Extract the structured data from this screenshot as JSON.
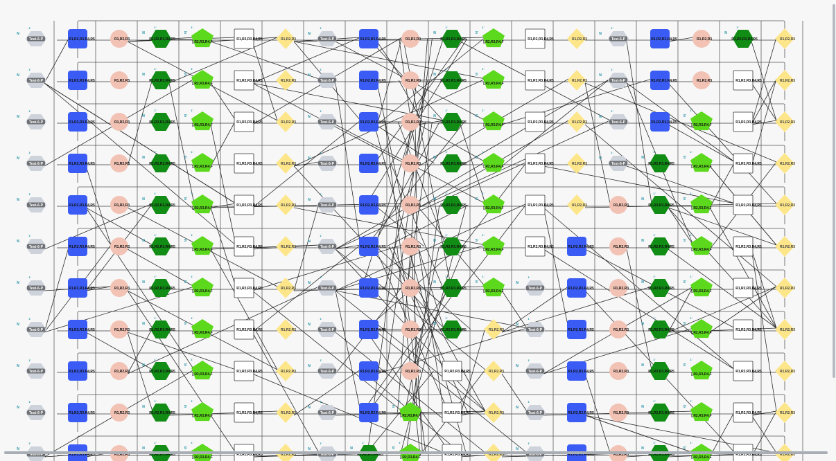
{
  "nodes": {
    "test": "Test-6-P",
    "receptor": "R1,R2,R3,R4,R5",
    "receptor_short": "R1,R2,R3",
    "pent_label": "[,R2,R3,R4,F",
    "port_n": "N",
    "port_5": "5'",
    "port_1": "1'"
  },
  "colors": {
    "background": "#f7f7f7",
    "hexagon_grey": "#cdd2db",
    "test_label_bg": "#6e7073",
    "square_blue": "#3a5cf5",
    "circle_salmon": "#f2c2b4",
    "hexagon_green": "#118c14",
    "pentagon_lime": "#5cd91c",
    "square_white": "#ffffff",
    "diamond_yellow": "#fde68a",
    "edge": "#2b2b2b",
    "port_teal": "#1b8fa3"
  },
  "rows": [
    [
      "hg",
      "sb",
      "cs",
      "hd",
      "pl",
      "sw",
      "dy",
      "hg",
      "sb",
      "cs",
      "hd",
      "pl",
      "sw",
      "dy",
      "hg",
      "sb",
      "cs",
      "hd",
      "dy"
    ],
    [
      "hg",
      "sb",
      "cs",
      "hd",
      "pl",
      "sw",
      "dy",
      "hg",
      "sb",
      "cs",
      "hd",
      "pl",
      "sw",
      "dy",
      "hg",
      "sb",
      "cs",
      "sw",
      "dy"
    ],
    [
      "hg",
      "sb",
      "cs",
      "hd",
      "pl",
      "sw",
      "dy",
      "hg",
      "sb",
      "cs",
      "hd",
      "pl",
      "sw",
      "dy",
      "hg",
      "sb",
      "pl",
      "sw",
      "dy"
    ],
    [
      "hg",
      "sb",
      "cs",
      "hd",
      "pl",
      "sw",
      "dy",
      "hg",
      "sb",
      "cs",
      "hd",
      "pl",
      "sw",
      "dy",
      "hg",
      "hd",
      "pl",
      "sw",
      "dy"
    ],
    [
      "hg",
      "sb",
      "cs",
      "hd",
      "pl",
      "sw",
      "dy",
      "hg",
      "sb",
      "cs",
      "hd",
      "pl",
      "sw",
      "dy",
      "cs",
      "hd",
      "pl",
      "sw",
      "dy"
    ],
    [
      "hg",
      "sb",
      "cs",
      "hd",
      "pl",
      "sw",
      "dy",
      "hg",
      "sb",
      "cs",
      "hd",
      "pl",
      "sw",
      "sb",
      "cs",
      "hd",
      "pl",
      "sw",
      "dy"
    ],
    [
      "hg",
      "sb",
      "cs",
      "hd",
      "pl",
      "sw",
      "dy",
      "hg",
      "sb",
      "cs",
      "hd",
      "pl",
      "hg",
      "sb",
      "cs",
      "hd",
      "pl",
      "sw",
      "dy"
    ],
    [
      "hg",
      "sb",
      "cs",
      "hd",
      "pl",
      "sw",
      "dy",
      "hg",
      "sb",
      "cs",
      "hd",
      "dy",
      "hg",
      "sb",
      "cs",
      "hd",
      "pl",
      "sw",
      "dy"
    ],
    [
      "hg",
      "sb",
      "cs",
      "hd",
      "pl",
      "sw",
      "dy",
      "hg",
      "sb",
      "cs",
      "sw",
      "dy",
      "hg",
      "sb",
      "cs",
      "hd",
      "pl",
      "sw",
      "dy"
    ],
    [
      "hg",
      "sb",
      "cs",
      "hd",
      "pl",
      "sw",
      "dy",
      "hg",
      "sb",
      "pl",
      "sw",
      "dy",
      "hg",
      "sb",
      "cs",
      "hd",
      "pl",
      "sw",
      "dy"
    ],
    [
      "hg",
      "sb",
      "cs",
      "hd",
      "pl",
      "sw",
      "dy",
      "hg",
      "hd",
      "pl",
      "sw",
      "dy",
      "hg",
      "sb",
      "cs",
      "hd",
      "pl",
      "sw",
      "dy"
    ]
  ]
}
